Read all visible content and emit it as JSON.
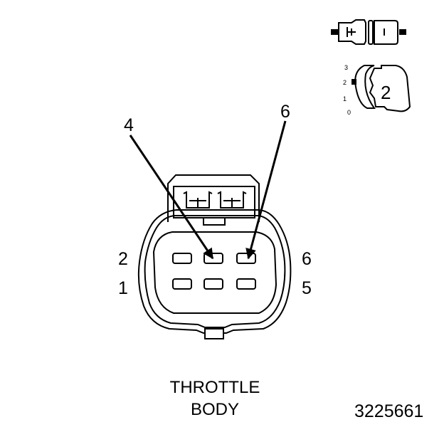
{
  "caption": {
    "line1": "THROTTLE",
    "line2": "BODY"
  },
  "figure_id": "3225661",
  "callouts": {
    "left": "4",
    "right": "6"
  },
  "pin_labels": {
    "top_left": "2",
    "bottom_left": "1",
    "top_right": "6",
    "bottom_right": "5"
  },
  "lock_icon": {
    "positions": [
      "3",
      "2",
      "1",
      "0"
    ],
    "selected": "2"
  }
}
